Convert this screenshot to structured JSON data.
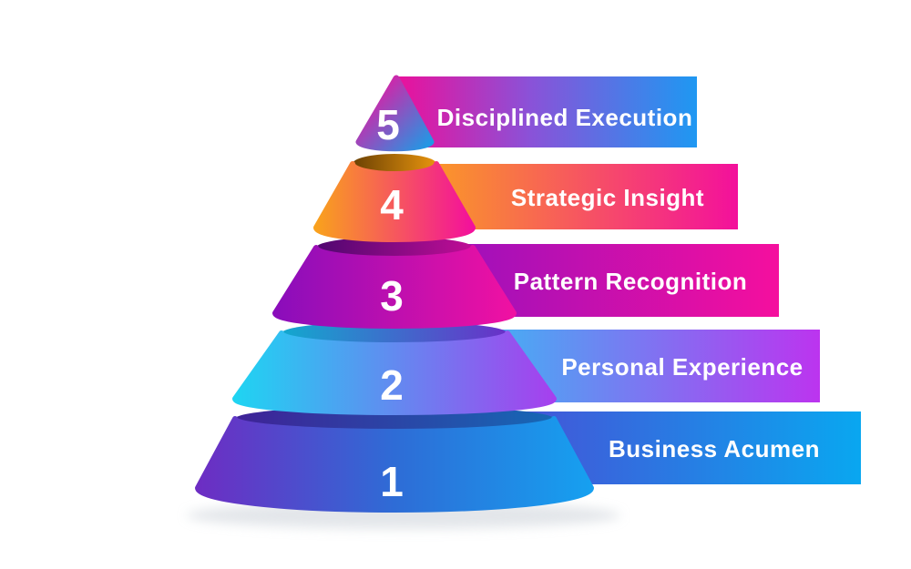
{
  "diagram": {
    "type": "pyramid-5-levels",
    "background": "#ffffff",
    "label_text_color": "#ffffff",
    "number_text_color": "#ffffff",
    "shadow_color": "#ccd2d9",
    "levels": [
      {
        "number": "5",
        "label": "Disciplined Execution",
        "cone_from": "#f2109e",
        "cone_to": "#169fe8",
        "banner_from": "#ec0f9a",
        "banner_mid": "#8a52d8",
        "banner_to": "#1e98f2"
      },
      {
        "number": "4",
        "label": "Strategic Insight",
        "cone_from": "#f9a11d",
        "cone_to": "#f3109c",
        "rim_from": "#6b4103",
        "rim_to": "#e8940e",
        "banner_from": "#fba81a",
        "banner_to": "#f3109c"
      },
      {
        "number": "3",
        "label": "Pattern Recognition",
        "cone_from": "#8a0dbb",
        "cone_to": "#f011a2",
        "rim_from": "#4f0770",
        "rim_to": "#c00d96",
        "banner_from": "#8e10c0",
        "banner_to": "#f50f9e"
      },
      {
        "number": "2",
        "label": "Personal Experience",
        "cone_from": "#1fd4f2",
        "cone_to": "#a640ee",
        "rim_from": "#12a9cf",
        "rim_to": "#6a30c8",
        "banner_from": "#22d3f5",
        "banner_to": "#bc34ef"
      },
      {
        "number": "1",
        "label": "Business Acumen",
        "cone_from": "#6d2dc3",
        "cone_mid": "#2e6cd6",
        "cone_to": "#16a0f0",
        "rim_from": "#3f2297",
        "rim_to": "#1668b5",
        "banner_from": "#5a36ce",
        "banner_to": "#09a7f0"
      }
    ]
  }
}
